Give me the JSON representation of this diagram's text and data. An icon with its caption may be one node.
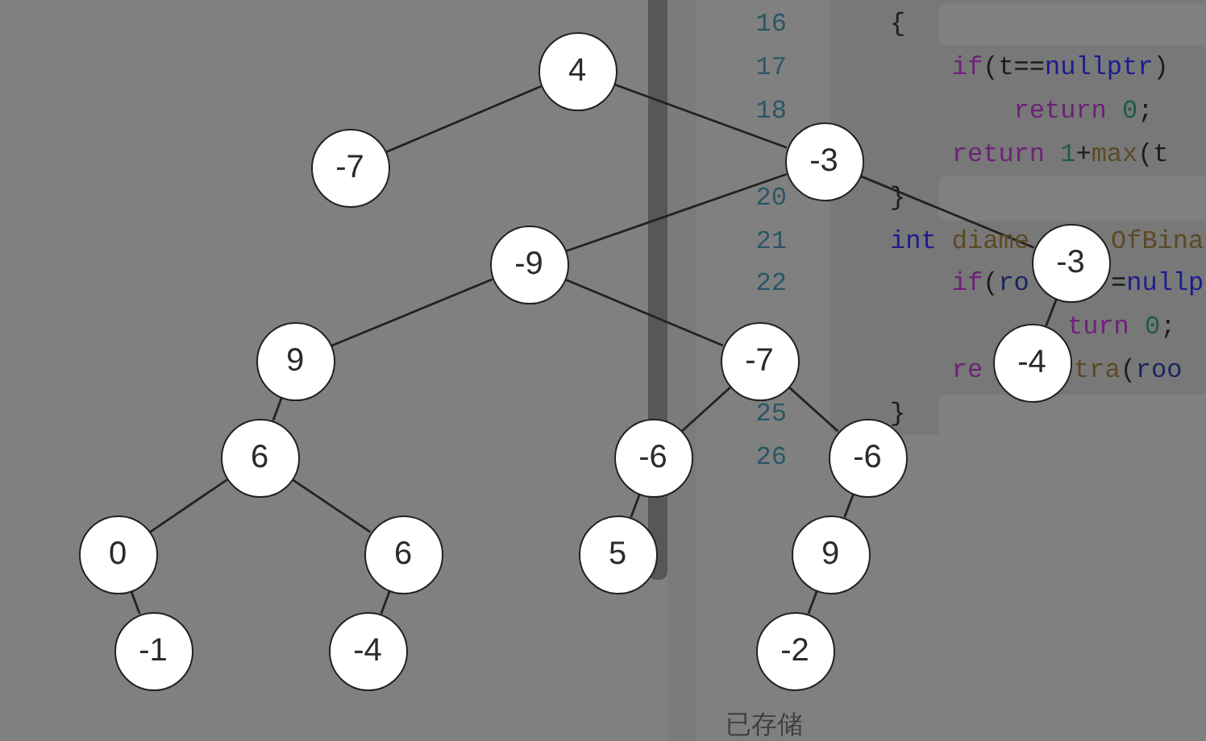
{
  "diagram": {
    "nodes": [
      {
        "text": [
          "4"
        ]
      },
      {
        "text": [
          "-7"
        ]
      },
      {
        "text": [
          "-3"
        ]
      },
      {
        "text": [
          "-9"
        ]
      },
      {
        "text": [
          "-3"
        ]
      },
      {
        "text": [
          "9"
        ]
      },
      {
        "text": [
          "-7"
        ]
      },
      {
        "text": [
          "-4"
        ]
      },
      {
        "text": [
          "6"
        ]
      },
      {
        "text": [
          "-6"
        ]
      },
      {
        "text": [
          "-6"
        ]
      },
      {
        "text": [
          "0"
        ]
      },
      {
        "text": [
          "6"
        ]
      },
      {
        "text": [
          "5"
        ]
      },
      {
        "text": [
          "9"
        ]
      },
      {
        "text": [
          "-1"
        ]
      },
      {
        "text": [
          "-4"
        ]
      },
      {
        "text": [
          "-2"
        ]
      }
    ],
    "edges": [
      {
        "from": 0,
        "to": 1,
        "arrow": "none"
      },
      {
        "from": 0,
        "to": 2,
        "arrow": "none"
      },
      {
        "from": 2,
        "to": 3,
        "arrow": "none"
      },
      {
        "from": 2,
        "to": 4,
        "arrow": "none"
      },
      {
        "from": 4,
        "to": 7,
        "arrow": "none"
      },
      {
        "from": 3,
        "to": 5,
        "arrow": "none"
      },
      {
        "from": 3,
        "to": 6,
        "arrow": "none"
      },
      {
        "from": 5,
        "to": 8,
        "arrow": "none"
      },
      {
        "from": 6,
        "to": 9,
        "arrow": "none"
      },
      {
        "from": 6,
        "to": 10,
        "arrow": "none"
      },
      {
        "from": 8,
        "to": 11,
        "arrow": "none"
      },
      {
        "from": 8,
        "to": 12,
        "arrow": "none"
      },
      {
        "from": 9,
        "to": 13,
        "arrow": "none"
      },
      {
        "from": 10,
        "to": 14,
        "arrow": "none"
      },
      {
        "from": 11,
        "to": 15,
        "arrow": "none"
      },
      {
        "from": 12,
        "to": 16,
        "arrow": "none"
      },
      {
        "from": 14,
        "to": 17,
        "arrow": "none"
      }
    ],
    "labels": [
      "16",
      "{",
      "17",
      "if(t==nullptr)",
      "18",
      "return 0;",
      "return 1+max(t",
      "20",
      "}",
      "21",
      "int diame",
      "OfBina",
      "22",
      "if(ro",
      "=nullp",
      "turn 0;",
      "re",
      "tra(roo",
      "25",
      "}",
      "26",
      "已存储"
    ]
  }
}
